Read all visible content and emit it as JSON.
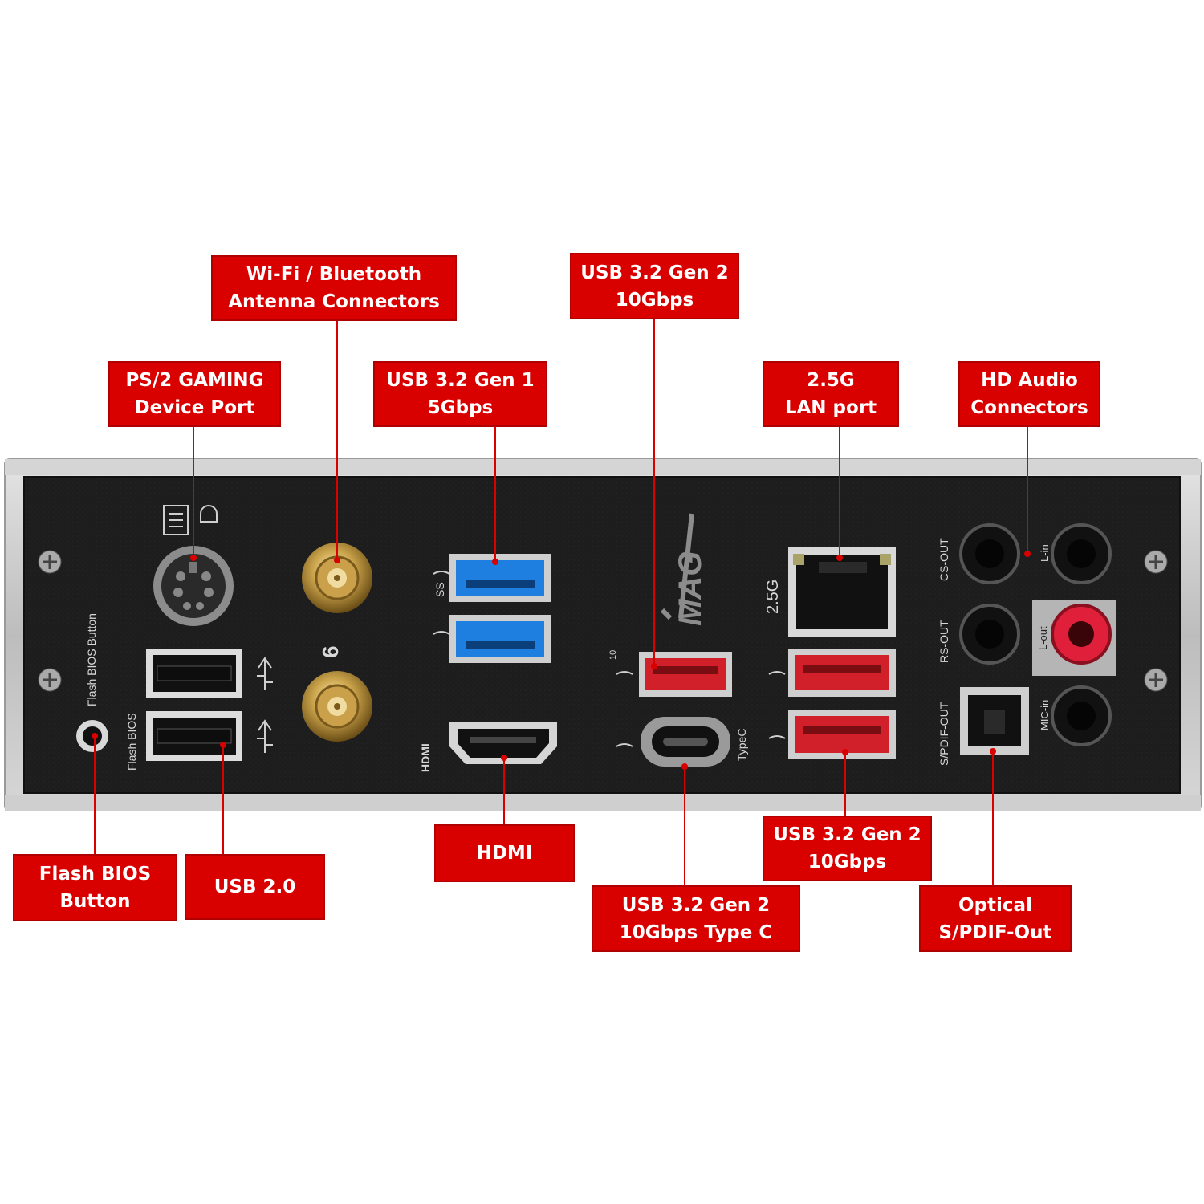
{
  "callouts": {
    "antenna": [
      "Wi-Fi / Bluetooth",
      "Antenna Connectors"
    ],
    "usb_gen2_top": [
      "USB 3.2 Gen 2",
      "10Gbps"
    ],
    "ps2": [
      "PS/2 GAMING",
      "Device Port"
    ],
    "usb_gen1": [
      "USB 3.2 Gen 1",
      "5Gbps"
    ],
    "lan": [
      "2.5G",
      "LAN port"
    ],
    "hd_audio": [
      "HD Audio",
      "Connectors"
    ],
    "flash_bios": [
      "Flash BIOS",
      "Button"
    ],
    "usb2": [
      "USB 2.0"
    ],
    "hdmi": [
      "HDMI"
    ],
    "usb_gen2_bottom": [
      "USB 3.2 Gen 2",
      "10Gbps"
    ],
    "usb_typec": [
      "USB 3.2 Gen 2",
      "10Gbps Type C"
    ],
    "optical": [
      "Optical",
      "S/PDIF-Out"
    ]
  },
  "panel_print": {
    "flash_bios_button": "Flash BIOS Button",
    "flash_bios": "Flash BIOS",
    "logo": "MAG",
    "wifi6": "6",
    "lan_speed": "2.5G",
    "type_c": "TypeC",
    "hdmi": "HDMI",
    "ss": "SS",
    "ss10": "10",
    "cs_out": "CS-OUT",
    "rs_out": "RS-OUT",
    "spdif_out": "S/PDIF-OUT",
    "line_in": "L-in",
    "line_out": "L-out",
    "mic_in": "MIC-in"
  },
  "colors": {
    "accent_red": "#d90000",
    "panel_black": "#1c1c1c",
    "bracket_silver": "#c9c9c9",
    "usb_blue": "#1e7fe0",
    "usb_red": "#d2202a",
    "audio_pink": "#e0203a"
  }
}
